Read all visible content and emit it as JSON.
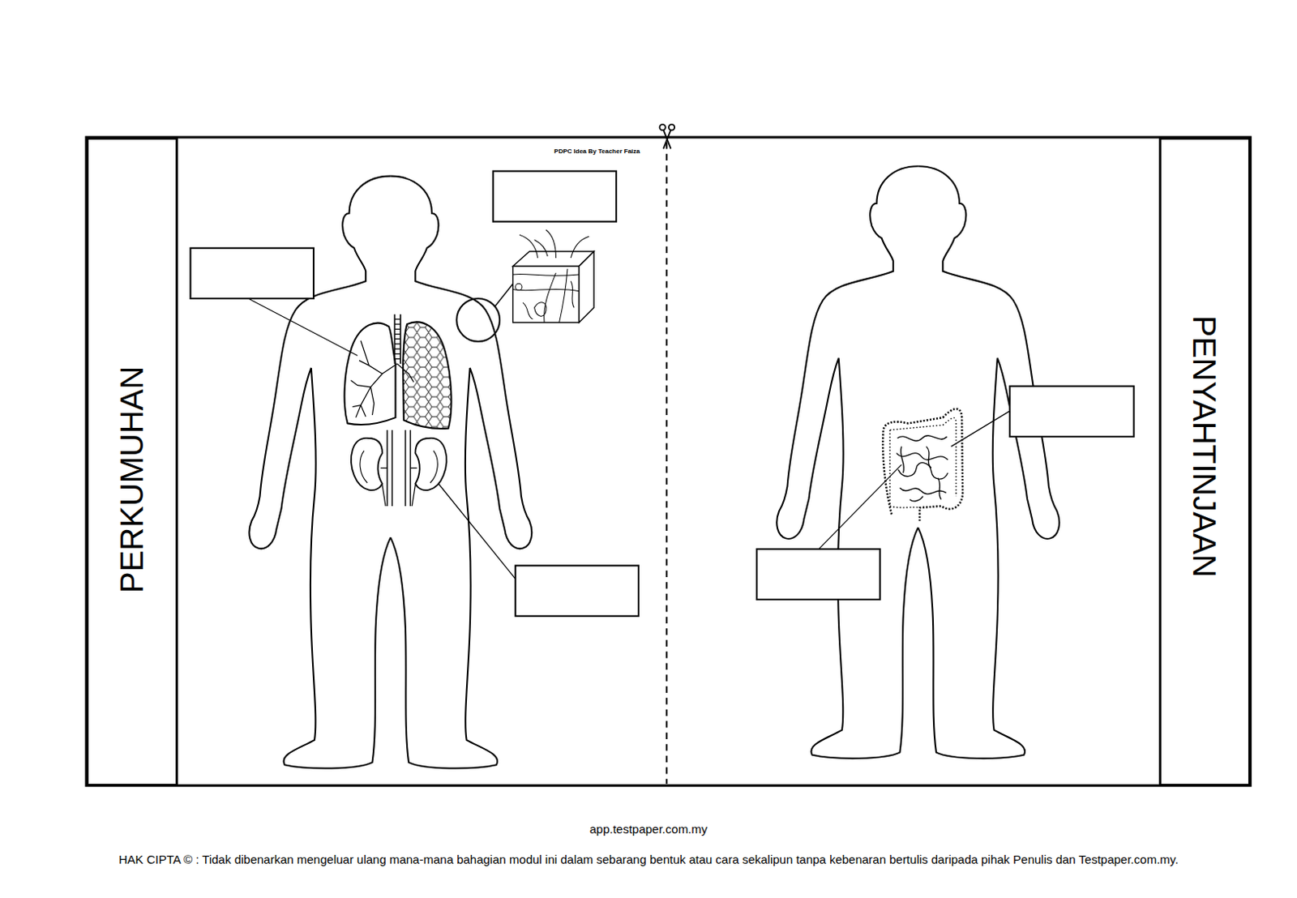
{
  "diagram": {
    "nodes": [
      {
        "text": [
          "PERKUMUHAN"
        ]
      },
      {
        "text": [
          "PENYAHTINJAAN"
        ]
      }
    ],
    "labels": [
      "PDPC Idea By Teacher Faiza",
      "app.testpaper.com.my",
      "HAK CIPTA © : Tidak dibenarkan mengeluar ulang mana-mana bahagian modul ini dalam sebarang bentuk atau cara sekalipun tanpa kebenaran bertulis daripada pihak Penulis dan Testpaper.com.my."
    ]
  }
}
